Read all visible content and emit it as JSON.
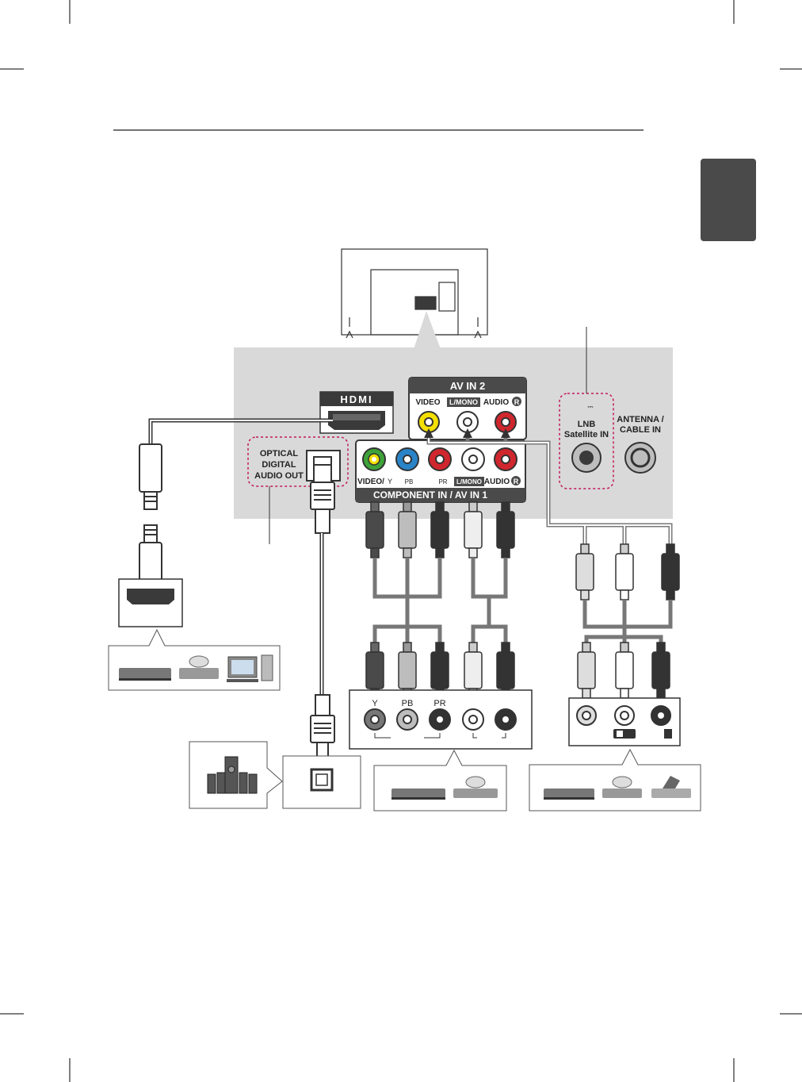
{
  "panel": {
    "hdmi_label": "HDMI",
    "optical_label": [
      "OPTICAL",
      "DIGITAL",
      "AUDIO OUT"
    ],
    "av_in2": {
      "title": "AV IN 2",
      "video": "VIDEO",
      "lmono": "L/MONO",
      "audio": "AUDIO",
      "r": "R"
    },
    "lnb_label": [
      "LNB",
      "Satellite IN"
    ],
    "lnb_mark": "⎓",
    "antenna_label": [
      "ANTENNA /",
      "CABLE IN"
    ],
    "component": {
      "title": "COMPONENT IN / AV IN 1",
      "video": "VIDEO/",
      "y": "Y",
      "pb": "PB",
      "pr": "PR",
      "lmono": "L/MONO",
      "audio": "AUDIO",
      "r": "R"
    }
  },
  "device_component": {
    "y": "Y",
    "pb": "PB",
    "pr": "PR"
  },
  "colors": {
    "panel": "#d9d9d9",
    "dark": "#3a3a3a",
    "tab": "#4a4a4a",
    "yellow": "#f3e000",
    "green": "#3ea33a",
    "blue": "#2a84c8",
    "red": "#d0262e",
    "white": "#ffffff",
    "highlight": "#c2185b"
  },
  "icons": [
    "hdmi-port-icon",
    "optical-port-icon",
    "rca-jack-icon",
    "dvd-player-icon",
    "disc-player-icon",
    "computer-icon",
    "speaker-system-icon",
    "vcr-icon",
    "camcorder-icon"
  ]
}
